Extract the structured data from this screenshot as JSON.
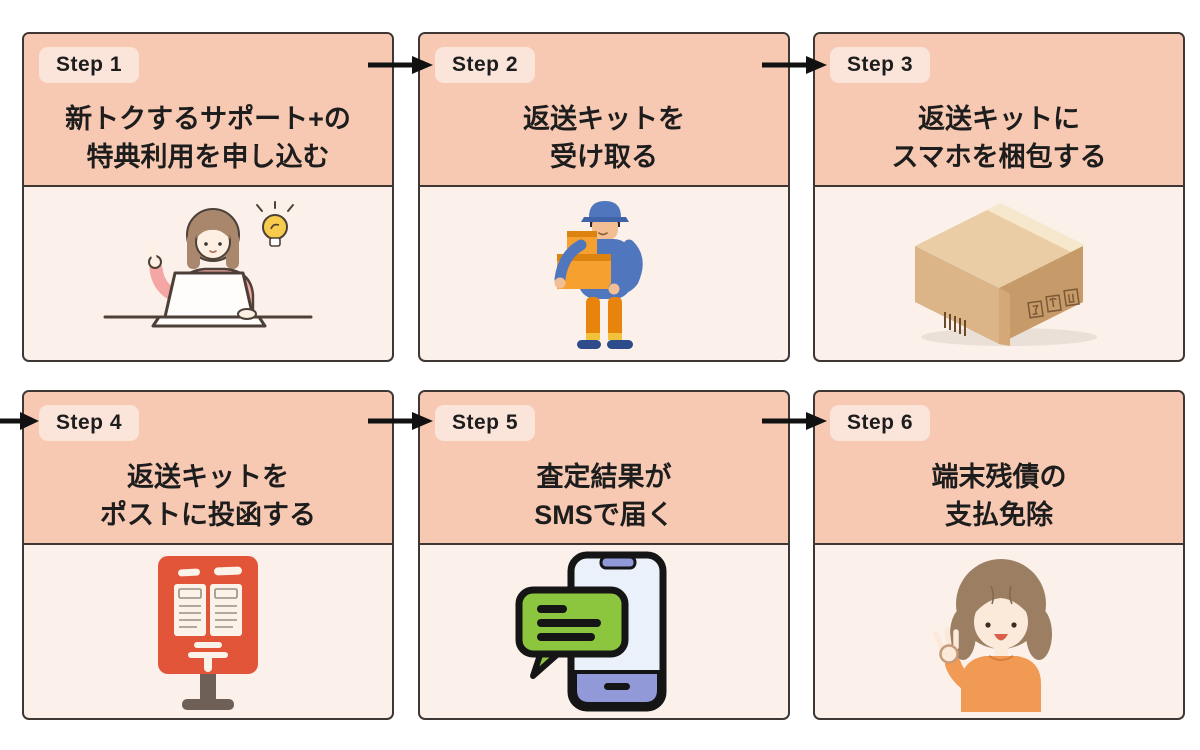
{
  "colors": {
    "card_header_bg": "#F7C9B3",
    "card_body_bg": "#FCF1EA",
    "badge_bg": "#FBE5DB",
    "border": "#3E3733",
    "arrow": "#111111",
    "title_text": "#1D1D1D",
    "postbox_red": "#E25539",
    "bubble_green": "#8CC63E",
    "phone_periwinkle": "#9199D9",
    "uniform_blue": "#5077BE",
    "boxes_orange": "#F6A02F",
    "carton_tan": "#DBB487",
    "sweater_pink": "#F3A6A4",
    "sweater_orange": "#F09A54"
  },
  "steps": [
    {
      "badge": "Step 1",
      "title_lines": [
        "新トクするサポート+の",
        "特典利用を申し込む"
      ],
      "illustration": "woman-thinking-at-laptop"
    },
    {
      "badge": "Step 2",
      "title_lines": [
        "返送キットを",
        "受け取る"
      ],
      "illustration": "delivery-person-with-boxes"
    },
    {
      "badge": "Step 3",
      "title_lines": [
        "返送キットに",
        "スマホを梱包する"
      ],
      "illustration": "cardboard-box"
    },
    {
      "badge": "Step 4",
      "title_lines": [
        "返送キットを",
        "ポストに投函する"
      ],
      "illustration": "japanese-postbox"
    },
    {
      "badge": "Step 5",
      "title_lines": [
        "査定結果が",
        "SMSで届く"
      ],
      "illustration": "smartphone-sms-message"
    },
    {
      "badge": "Step 6",
      "title_lines": [
        "端末残債の",
        "支払免除"
      ],
      "illustration": "woman-ok-sign"
    }
  ]
}
